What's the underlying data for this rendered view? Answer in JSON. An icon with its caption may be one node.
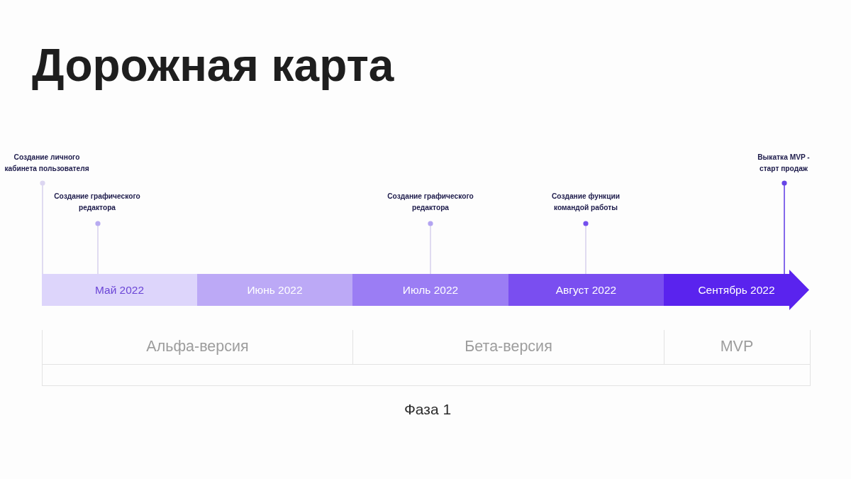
{
  "diagram": {
    "title": "Дорожная карта",
    "nodes": [
      {
        "text": [
          "Создание личного кабинета пользователя"
        ]
      },
      {
        "text": [
          "Выкатка MVP - старт продаж"
        ]
      },
      {
        "text": [
          "Создание графического редактора"
        ]
      },
      {
        "text": [
          "Создание графического редактора"
        ]
      },
      {
        "text": [
          "Создание функции командой работы"
        ]
      },
      {
        "text": [
          "Май 2022"
        ]
      },
      {
        "text": [
          "Июнь 2022"
        ]
      },
      {
        "text": [
          "Июль 2022"
        ]
      },
      {
        "text": [
          "Август 2022"
        ]
      },
      {
        "text": [
          "Сентябрь 2022"
        ]
      }
    ],
    "edges": [
      {
        "from": 0,
        "to": 5,
        "arrow": "other"
      },
      {
        "from": 1,
        "to": 9,
        "arrow": "other",
        "color": "#6644e6"
      },
      {
        "from": 2,
        "to": 5,
        "arrow": "other"
      },
      {
        "from": 3,
        "to": 7,
        "arrow": "other"
      },
      {
        "from": 4,
        "to": 8,
        "arrow": "other"
      }
    ],
    "labels": [
      "Альфа-версия",
      "Бета-версия",
      "MVP",
      "Фаза 1"
    ]
  }
}
